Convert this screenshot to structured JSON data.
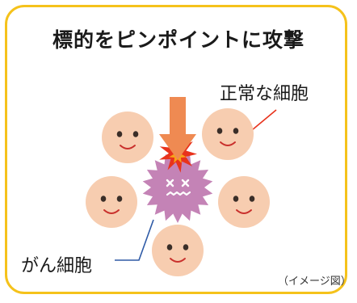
{
  "title": "標的をピンポイントに攻撃",
  "labels": {
    "normal_cell": "正常な細胞",
    "cancer_cell": "がん細胞",
    "note": "（イメージ図）"
  },
  "colors": {
    "border": "#f5c21b",
    "arrow": "#ef8a52",
    "healthy_cell": "#f7cdb0",
    "cancer_cell": "#c483b6",
    "burst": "#e8331c",
    "burst_inner": "#f7a21a",
    "pointer_red": "#e8331c",
    "pointer_blue": "#2e5aa6"
  },
  "icons": {
    "healthy": "smiling-cell-icon",
    "cancer": "dizzy-cancer-cell-icon",
    "impact": "impact-burst-icon",
    "arrow": "down-arrow-icon"
  }
}
